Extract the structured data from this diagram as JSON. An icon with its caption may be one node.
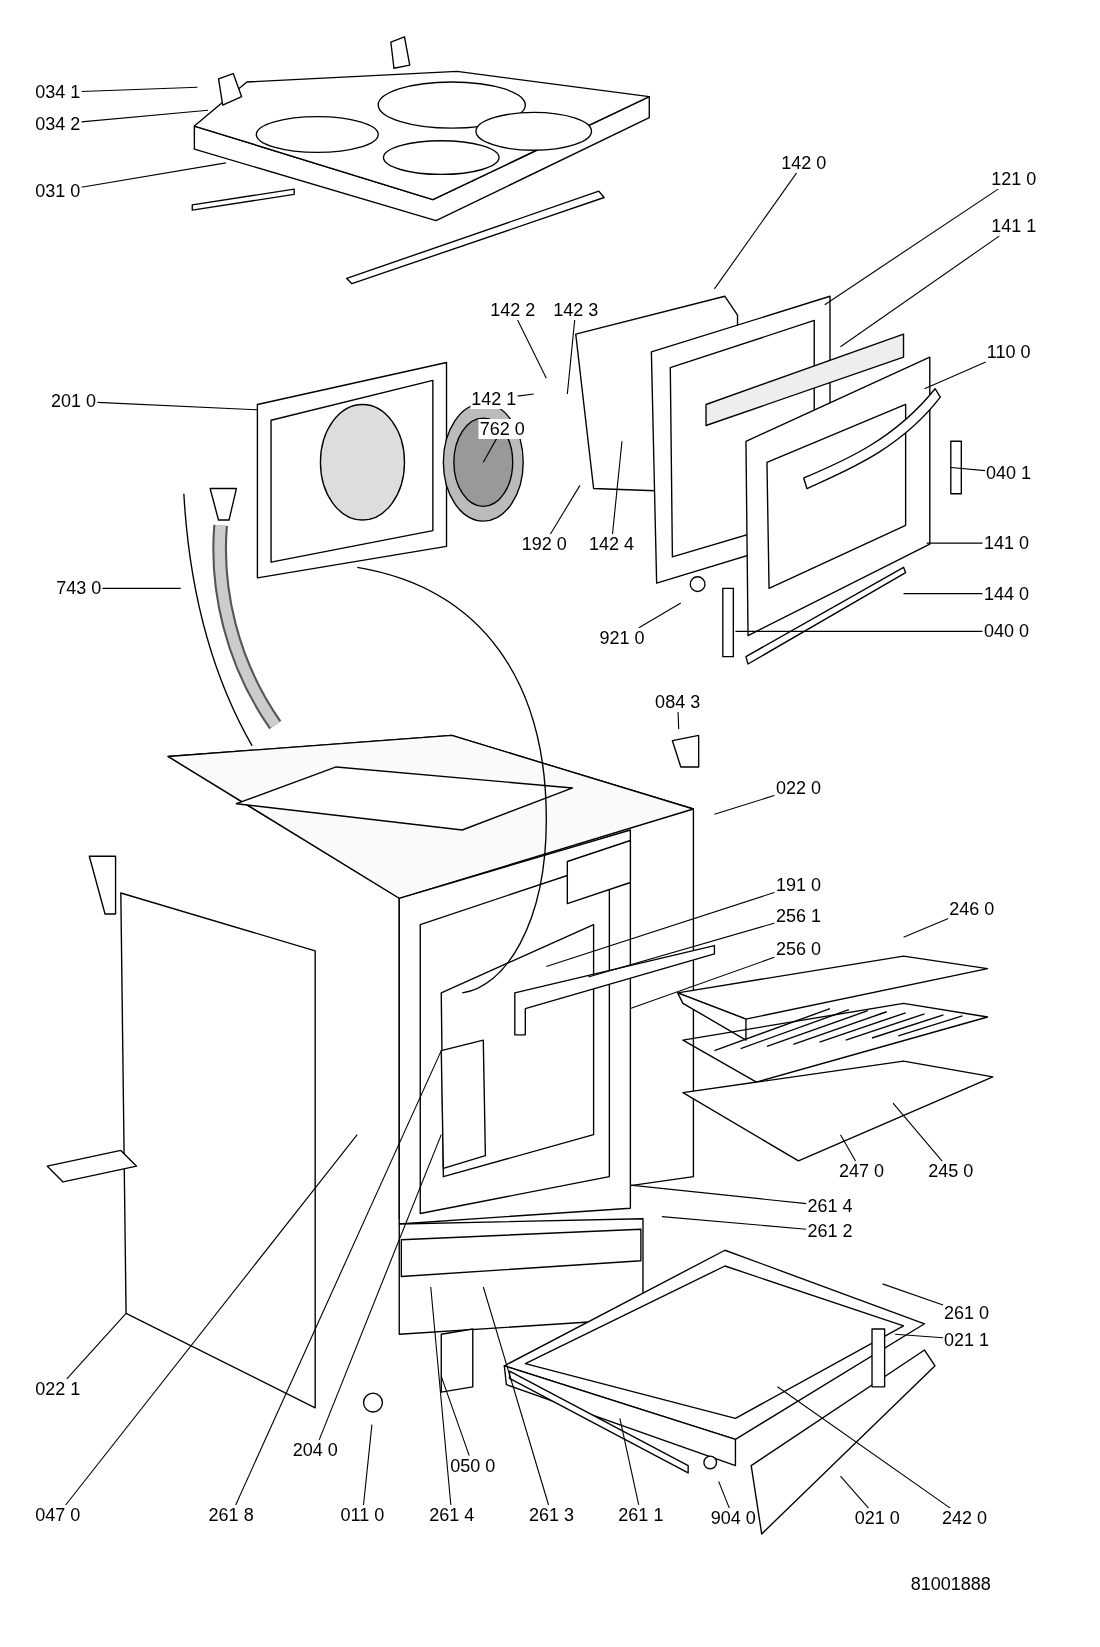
{
  "diagram": {
    "nodes": [
      {
        "text": [
          "034 1"
        ]
      },
      {
        "text": [
          "034 2"
        ]
      },
      {
        "text": [
          "031 0"
        ]
      },
      {
        "text": [
          "142 0"
        ]
      },
      {
        "text": [
          "121 0"
        ]
      },
      {
        "text": [
          "141 1"
        ]
      },
      {
        "text": [
          "142 2"
        ]
      },
      {
        "text": [
          "142 3"
        ]
      },
      {
        "text": [
          "110 0"
        ]
      },
      {
        "text": [
          "201 0"
        ]
      },
      {
        "text": [
          "142 1"
        ]
      },
      {
        "text": [
          "762 0"
        ]
      },
      {
        "text": [
          "040 1"
        ]
      },
      {
        "text": [
          "192 0"
        ]
      },
      {
        "text": [
          "142 4"
        ]
      },
      {
        "text": [
          "141 0"
        ]
      },
      {
        "text": [
          "743 0"
        ]
      },
      {
        "text": [
          "144 0"
        ]
      },
      {
        "text": [
          "921 0"
        ]
      },
      {
        "text": [
          "040 0"
        ]
      },
      {
        "text": [
          "084 3"
        ]
      },
      {
        "text": [
          "022 0"
        ]
      },
      {
        "text": [
          "191 0"
        ]
      },
      {
        "text": [
          "256 1"
        ]
      },
      {
        "text": [
          "256 0"
        ]
      },
      {
        "text": [
          "246 0"
        ]
      },
      {
        "text": [
          "247 0"
        ]
      },
      {
        "text": [
          "245 0"
        ]
      },
      {
        "text": [
          "261 4"
        ]
      },
      {
        "text": [
          "261 2"
        ]
      },
      {
        "text": [
          "261 0"
        ]
      },
      {
        "text": [
          "021 1"
        ]
      },
      {
        "text": [
          "022 1"
        ]
      },
      {
        "text": [
          "204 0"
        ]
      },
      {
        "text": [
          "050 0"
        ]
      },
      {
        "text": [
          "047 0"
        ]
      },
      {
        "text": [
          "261 8"
        ]
      },
      {
        "text": [
          "011 0"
        ]
      },
      {
        "text": [
          "261 4"
        ]
      },
      {
        "text": [
          "261 3"
        ]
      },
      {
        "text": [
          "261 1"
        ]
      },
      {
        "text": [
          "904 0"
        ]
      },
      {
        "text": [
          "021 0"
        ]
      },
      {
        "text": [
          "242 0"
        ]
      }
    ],
    "edges": [
      {
        "from": 0,
        "to": null,
        "arrow": "none"
      },
      {
        "from": 1,
        "to": null,
        "arrow": "none"
      },
      {
        "from": 2,
        "to": null,
        "arrow": "none"
      },
      {
        "from": 3,
        "to": null,
        "arrow": "none"
      },
      {
        "from": 4,
        "to": null,
        "arrow": "none"
      },
      {
        "from": 5,
        "to": null,
        "arrow": "none"
      },
      {
        "from": 6,
        "to": null,
        "arrow": "none"
      },
      {
        "from": 7,
        "to": null,
        "arrow": "none"
      },
      {
        "from": 8,
        "to": null,
        "arrow": "none"
      },
      {
        "from": 9,
        "to": null,
        "arrow": "none"
      },
      {
        "from": 10,
        "to": null,
        "arrow": "none"
      },
      {
        "from": 11,
        "to": null,
        "arrow": "none"
      },
      {
        "from": 12,
        "to": null,
        "arrow": "none"
      },
      {
        "from": 13,
        "to": null,
        "arrow": "none"
      },
      {
        "from": 14,
        "to": null,
        "arrow": "none"
      },
      {
        "from": 15,
        "to": null,
        "arrow": "none"
      },
      {
        "from": 16,
        "to": null,
        "arrow": "none"
      },
      {
        "from": 17,
        "to": null,
        "arrow": "none"
      },
      {
        "from": 18,
        "to": null,
        "arrow": "none"
      },
      {
        "from": 19,
        "to": null,
        "arrow": "none"
      },
      {
        "from": 20,
        "to": null,
        "arrow": "none"
      },
      {
        "from": 21,
        "to": null,
        "arrow": "none"
      },
      {
        "from": 22,
        "to": null,
        "arrow": "none"
      },
      {
        "from": 23,
        "to": null,
        "arrow": "none"
      },
      {
        "from": 24,
        "to": null,
        "arrow": "none"
      },
      {
        "from": 25,
        "to": null,
        "arrow": "none"
      },
      {
        "from": 26,
        "to": null,
        "arrow": "none"
      },
      {
        "from": 27,
        "to": null,
        "arrow": "none"
      },
      {
        "from": 28,
        "to": null,
        "arrow": "none"
      },
      {
        "from": 29,
        "to": null,
        "arrow": "none"
      },
      {
        "from": 30,
        "to": null,
        "arrow": "none"
      },
      {
        "from": 31,
        "to": null,
        "arrow": "none"
      },
      {
        "from": 32,
        "to": null,
        "arrow": "none"
      },
      {
        "from": 33,
        "to": null,
        "arrow": "none"
      },
      {
        "from": 34,
        "to": null,
        "arrow": "none"
      },
      {
        "from": 35,
        "to": null,
        "arrow": "none"
      },
      {
        "from": 36,
        "to": null,
        "arrow": "none"
      },
      {
        "from": 37,
        "to": null,
        "arrow": "none"
      },
      {
        "from": 38,
        "to": null,
        "arrow": "none"
      },
      {
        "from": 39,
        "to": null,
        "arrow": "none"
      },
      {
        "from": 40,
        "to": null,
        "arrow": "none"
      },
      {
        "from": 41,
        "to": null,
        "arrow": "none"
      },
      {
        "from": 42,
        "to": null,
        "arrow": "none"
      },
      {
        "from": 43,
        "to": null,
        "arrow": "none"
      }
    ],
    "labels": [
      "81001888"
    ]
  }
}
